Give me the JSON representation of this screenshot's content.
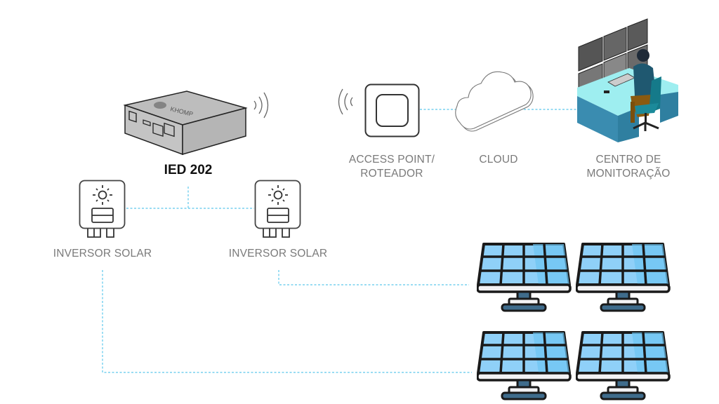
{
  "diagram": {
    "nodes": {
      "ied": {
        "label": "IED 202",
        "brand": "KHOMP"
      },
      "inverter_left": {
        "label": "INVERSOR SOLAR"
      },
      "inverter_right": {
        "label": "INVERSOR SOLAR"
      },
      "access_point": {
        "label": "ACCESS POINT/\nROTEADOR"
      },
      "cloud": {
        "label": "CLOUD"
      },
      "monitoring": {
        "label": "CENTRO DE\nMONITORAÇÃO"
      },
      "solar_panels": {
        "count": 4
      }
    },
    "connections": [
      {
        "from": "inverter_left",
        "to": "inverter_right",
        "style": "dashed"
      },
      {
        "from": "ied",
        "to": "inverters-bus",
        "style": "dashed"
      },
      {
        "from": "inverter_right",
        "to": "solar_panels_top_row",
        "style": "dashed"
      },
      {
        "from": "inverter_left",
        "to": "solar_panels_bottom_row",
        "style": "dashed"
      },
      {
        "from": "access_point",
        "to": "cloud",
        "style": "dashed"
      },
      {
        "from": "cloud",
        "to": "monitoring",
        "style": "dashed"
      },
      {
        "from": "ied",
        "to": "access_point",
        "style": "wireless"
      }
    ],
    "colors": {
      "connector": "#5cc8ec",
      "label": "#7a7a7a",
      "title": "#111111",
      "panel_cell": "#8fd0f8",
      "panel_frame": "#1a1a1a",
      "desk": "#9eeef0",
      "desk_side": "#2f7fa0"
    }
  }
}
